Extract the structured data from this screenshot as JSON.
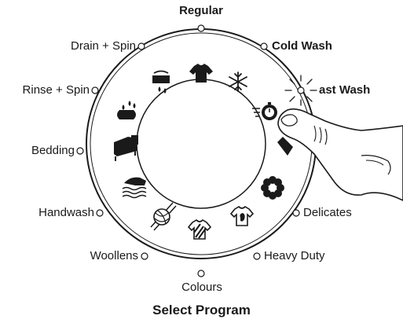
{
  "title": "Select Program",
  "programs": {
    "regular": "Regular",
    "cold_wash": "Cold Wash",
    "fast_wash": "ast Wash",
    "delicates": "Delicates",
    "heavy_duty": "Heavy Duty",
    "colours": "Colours",
    "woollens": "Woollens",
    "handwash": "Handwash",
    "bedding": "Bedding",
    "rinse_spin": "Rinse + Spin",
    "drain_spin": "Drain + Spin"
  },
  "selected_program": "Fast Wash",
  "icons": [
    "shirt-icon",
    "snowflake-icon",
    "stopwatch-icon",
    "delicate-tag-icon",
    "flower-icon",
    "stained-shirt-icon",
    "striped-shirt-icon",
    "yarn-ball-icon",
    "handwash-icon",
    "bed-icon",
    "rinse-drops-icon",
    "drain-spin-icon"
  ],
  "colors": {
    "ink": "#1a1a1a",
    "background": "#ffffff"
  }
}
